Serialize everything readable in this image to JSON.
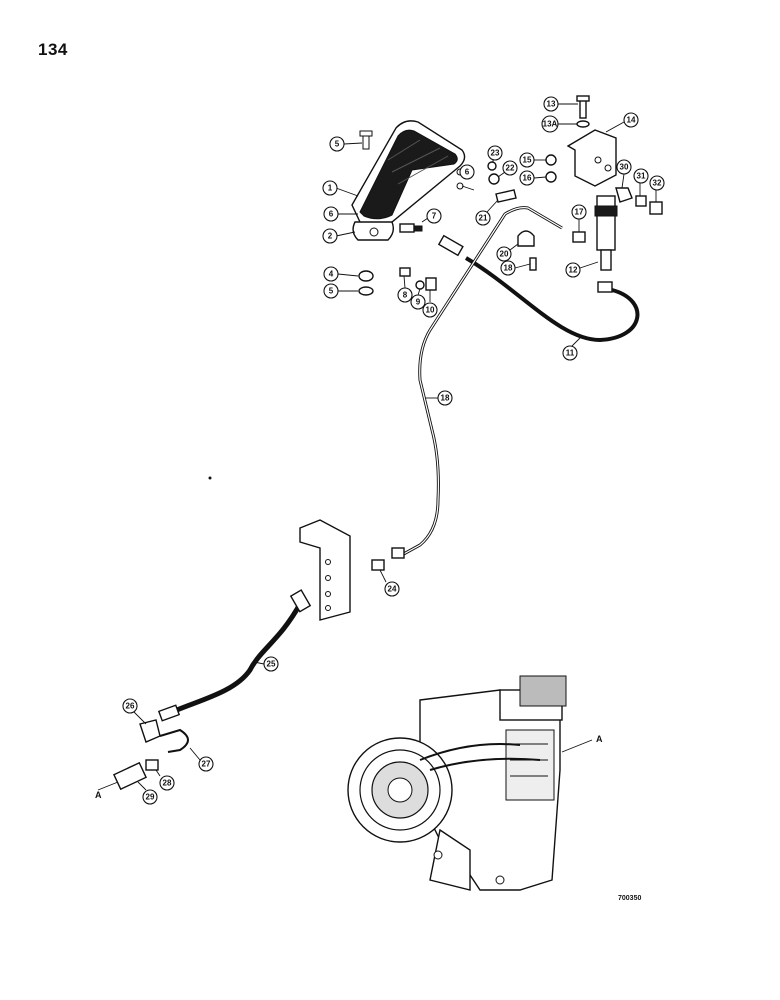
{
  "page": {
    "number": "134"
  },
  "drawing": {
    "code": "700350"
  },
  "callouts": [
    "1",
    "2",
    "4",
    "5",
    "5",
    "6",
    "6",
    "7",
    "8",
    "9",
    "10",
    "11",
    "12",
    "13",
    "13A",
    "14",
    "15",
    "16",
    "17",
    "18",
    "18",
    "20",
    "21",
    "22",
    "23",
    "24",
    "25",
    "26",
    "27",
    "28",
    "29",
    "30",
    "31",
    "32"
  ],
  "reference_letter": "A",
  "colors": {
    "ink": "#111111",
    "background": "#ffffff"
  }
}
